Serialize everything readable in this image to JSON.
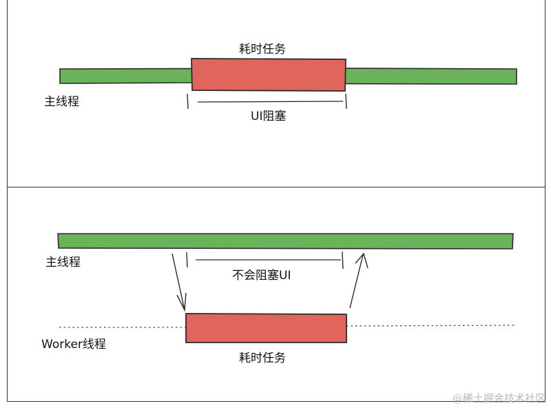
{
  "top": {
    "task_label": "耗时任务",
    "main_thread_label": "主线程",
    "blocking_label": "UI阻塞"
  },
  "bottom": {
    "main_thread_label": "主线程",
    "non_blocking_label": "不会阻塞UI",
    "worker_thread_label": "Worker线程",
    "task_label": "耗时任务"
  },
  "watermark": "@稀土掘金技术社区",
  "colors": {
    "thread_green": "#6ab35a",
    "task_red": "#e0665d",
    "stroke": "#2a2a2a"
  }
}
